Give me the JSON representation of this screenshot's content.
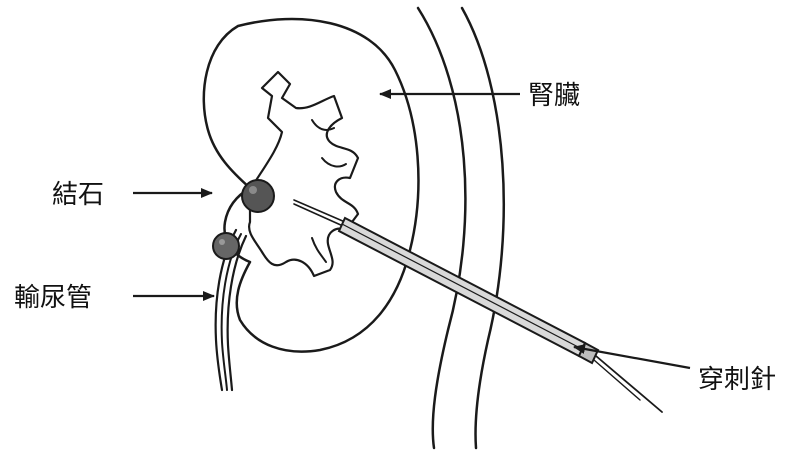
{
  "labels": {
    "kidney": "腎臟",
    "stone": "結石",
    "ureter": "輸尿管",
    "needle": "穿刺針"
  },
  "colors": {
    "ink": "#1a1a1a",
    "background": "#ffffff",
    "stone_fill": "#555555",
    "needle_fill": "#d9d9d9"
  }
}
